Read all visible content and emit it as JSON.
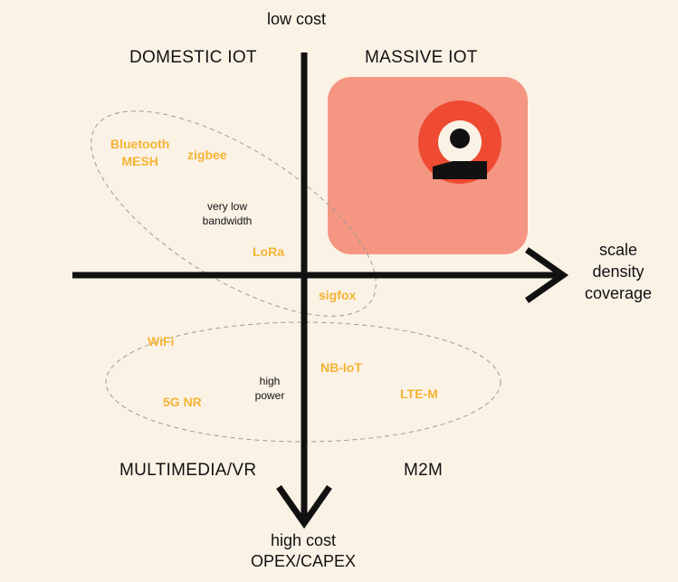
{
  "axes": {
    "top": "low cost",
    "right": [
      "scale",
      "density",
      "coverage"
    ],
    "bottom": [
      "high cost",
      "OPEX/CAPEX"
    ]
  },
  "quadrants": {
    "top_left": "DOMESTIC IOT",
    "top_right": "MASSIVE IOT",
    "bottom_left": "MULTIMEDIA/VR",
    "bottom_right": "M2M"
  },
  "technologies": {
    "bluetooth_mesh": [
      "Bluetooth",
      "MESH"
    ],
    "zigbee": "zigbee",
    "lora": "LoRa",
    "sigfox": "sigfox",
    "wifi": "WiFi",
    "fiveg_nr": "5G NR",
    "nb_iot": "NB-IoT",
    "lte_m": "LTE-M"
  },
  "annotations": {
    "low_bandwidth": [
      "very low",
      "bandwidth"
    ],
    "high_power": [
      "high",
      "power"
    ]
  },
  "icons": {
    "logo": "q-ring-logo-icon"
  },
  "colors": {
    "background": "#fbf2e6",
    "highlight_box": "#f59683",
    "tech_label": "#f5b335",
    "logo_red": "#ee4b32",
    "ink": "#111111"
  }
}
